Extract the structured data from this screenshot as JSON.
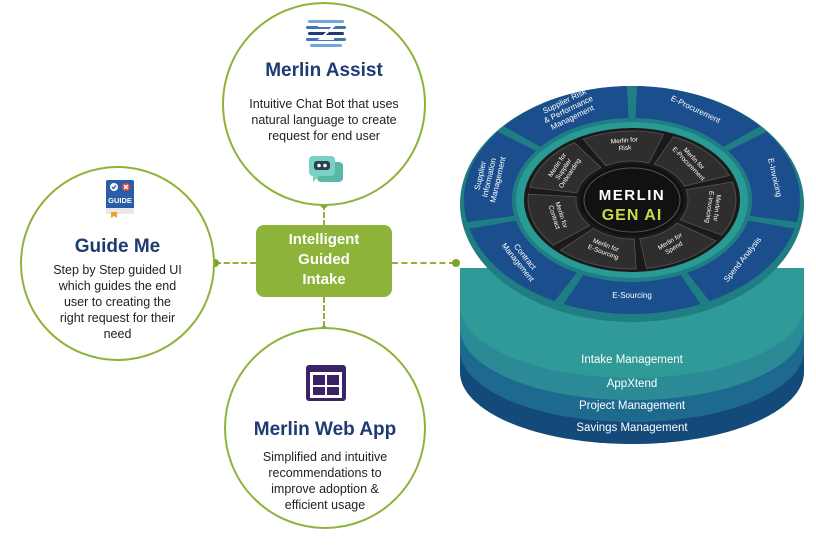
{
  "hub": {
    "line1": "Intelligent",
    "line2": "Guided",
    "line3": "Intake"
  },
  "merlin_assist": {
    "title": "Merlin Assist",
    "desc1": "Intuitive Chat Bot that uses",
    "desc2": "natural language to create",
    "desc3": "request for end user"
  },
  "guide_me": {
    "title": "Guide Me",
    "icon_label": "GUIDE",
    "desc1": "Step by Step guided UI",
    "desc2": "which guides the end",
    "desc3": "user to creating the",
    "desc4": "right request for their",
    "desc5": "need"
  },
  "web_app": {
    "title": "Merlin Web App",
    "desc1": "Simplified and intuitive",
    "desc2": "recommendations to",
    "desc3": "improve adoption &",
    "desc4": "efficient usage"
  },
  "platform": {
    "center_line1": "MERLIN",
    "center_line2": "GEN AI",
    "outer_ring": [
      "Supplier Risk & Performance Management",
      "E-Procurement",
      "E-Invoicing",
      "Spend Analysis",
      "E-Sourcing",
      "Contract Management",
      "Supplier Information Management"
    ],
    "inner_ring": [
      "Merlin for Risk",
      "Merlin for E-Procurement",
      "Merlin for E-Invoicing",
      "Merlin for Spend",
      "Merlin for E-Sourcing",
      "Merlin for Contract",
      "Merlin for Supplier Onboarding"
    ],
    "layers": [
      "Intake Management",
      "AppXtend",
      "Project Management",
      "Savings Management"
    ]
  },
  "colors": {
    "accent_green": "#8db33a",
    "title_navy": "#1f3b73",
    "ring_blue": "#1a4e8c",
    "ring_teal": "#2a8a86",
    "core_dark": "#1c1c1c"
  }
}
